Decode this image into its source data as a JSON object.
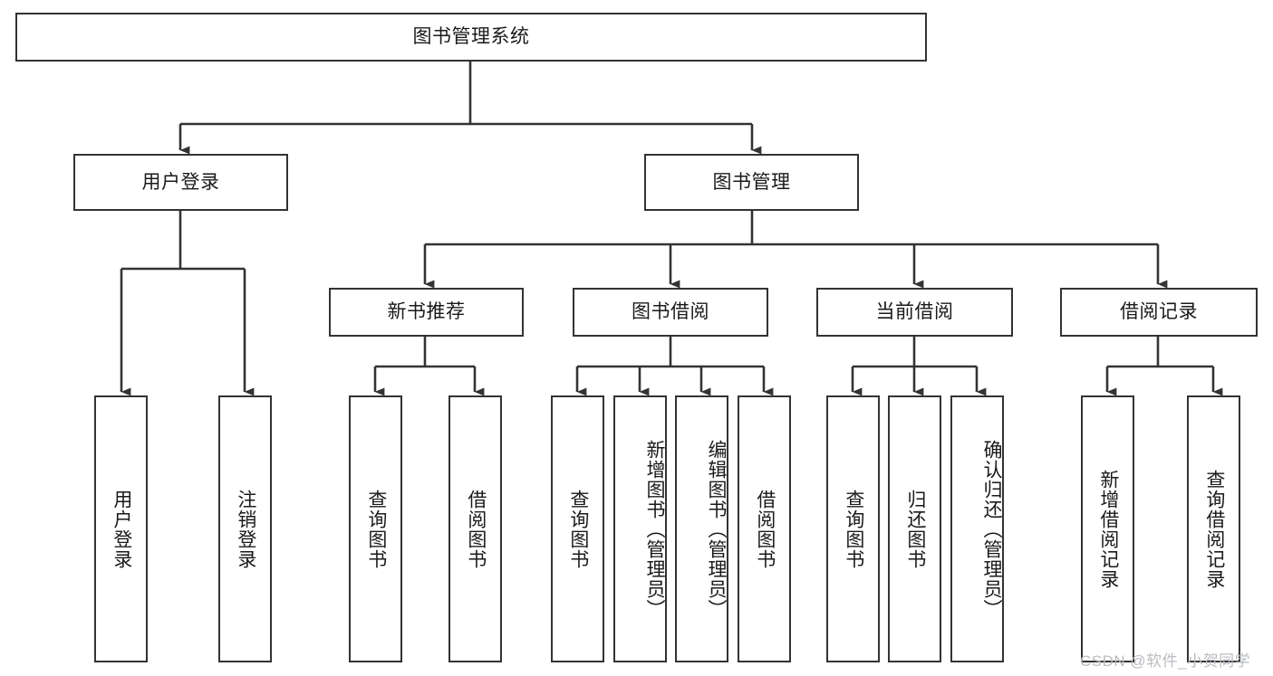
{
  "diagram": {
    "title": "图书管理系统",
    "type": "tree-hierarchy",
    "stroke_color": "#333333",
    "background_color": "#ffffff",
    "text_color": "#1a1a1a"
  },
  "root": {
    "label": "图书管理系统"
  },
  "level2": [
    {
      "label": "用户登录"
    },
    {
      "label": "图书管理"
    }
  ],
  "level3": [
    {
      "label": "新书推荐"
    },
    {
      "label": "图书借阅"
    },
    {
      "label": "当前借阅"
    },
    {
      "label": "借阅记录"
    }
  ],
  "leaves": {
    "user_login": [
      {
        "label": "用户登录"
      },
      {
        "label": "注销登录"
      }
    ],
    "new_book": [
      {
        "label": "查询图书"
      },
      {
        "label": "借阅图书"
      }
    ],
    "book_borrow": [
      {
        "label": "查询图书"
      },
      {
        "label": "新增图书（管理员）"
      },
      {
        "label": "编辑图书（管理员）"
      },
      {
        "label": "借阅图书"
      }
    ],
    "current_borrow": [
      {
        "label": "查询图书"
      },
      {
        "label": "归还图书"
      },
      {
        "label": "确认归还（管理员）"
      }
    ],
    "borrow_record": [
      {
        "label": "新增借阅记录"
      },
      {
        "label": "查询借阅记录"
      }
    ]
  },
  "watermark": {
    "text": "CSDN @软件_小贺同学",
    "color": "#b9bcc0"
  }
}
